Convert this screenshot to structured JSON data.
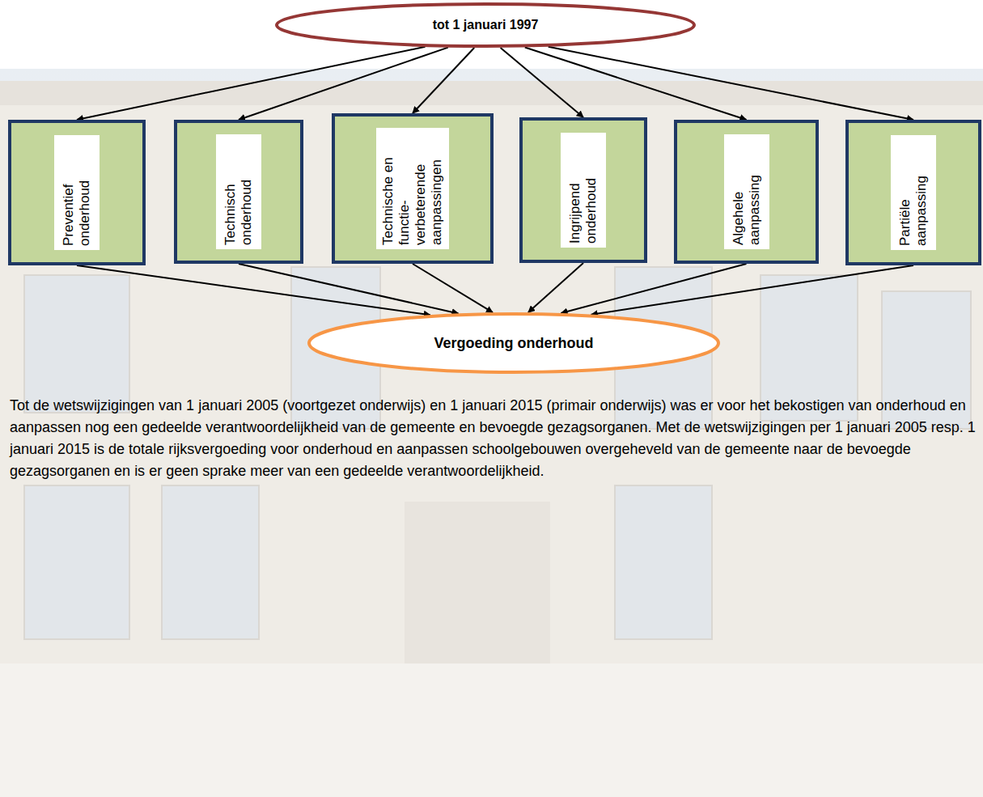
{
  "diagram": {
    "nodes": [
      {
        "text": [
          "tot 1 januari 1997"
        ]
      },
      {
        "text": [
          "Preventief onderhoud"
        ]
      },
      {
        "text": [
          "Technisch onderhoud"
        ]
      },
      {
        "text": [
          "Technische en functie-verbeterende aanpassingen"
        ]
      },
      {
        "text": [
          "Ingrijpend onderhoud"
        ]
      },
      {
        "text": [
          "Algehele aanpassing"
        ]
      },
      {
        "text": [
          "Partiële aanpassing"
        ]
      },
      {
        "text": [
          "Vergoeding onderhoud"
        ]
      }
    ],
    "edges": [
      {
        "from": 0,
        "to": 1,
        "arrow": "to"
      },
      {
        "from": 0,
        "to": 2,
        "arrow": "to"
      },
      {
        "from": 0,
        "to": 3,
        "arrow": "to"
      },
      {
        "from": 0,
        "to": 4,
        "arrow": "to"
      },
      {
        "from": 0,
        "to": 5,
        "arrow": "to"
      },
      {
        "from": 0,
        "to": 6,
        "arrow": "to"
      },
      {
        "from": 1,
        "to": 7,
        "arrow": "to"
      },
      {
        "from": 2,
        "to": 7,
        "arrow": "to"
      },
      {
        "from": 3,
        "to": 7,
        "arrow": "to"
      },
      {
        "from": 4,
        "to": 7,
        "arrow": "to"
      },
      {
        "from": 5,
        "to": 7,
        "arrow": "to"
      },
      {
        "from": 6,
        "to": 7,
        "arrow": "to"
      }
    ],
    "labels": [
      "Tot de wetswijzigingen van 1 januari 2005 (voortgezet onderwijs) en 1 januari 2015 (primair onderwijs) was er voor het bekostigen van onderhoud en aanpassen nog een gedeelde verantwoordelijkheid van de gemeente en bevoegde gezagsorganen. Met de wetswijzigingen per 1 januari 2005 resp. 1 januari 2015 is de totale rijksvergoeding voor onderhoud en aanpassen schoolgebouwen overgeheveld van de gemeente naar de bevoegde gezagsorganen en is er geen sprake meer van een gedeelde verantwoordelijkheid."
    ]
  }
}
